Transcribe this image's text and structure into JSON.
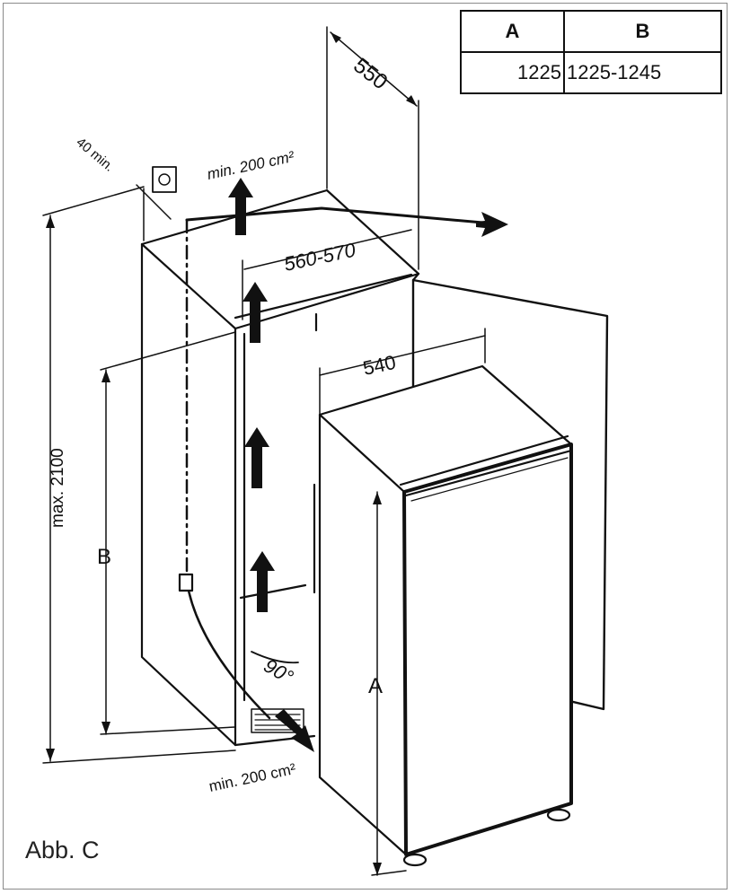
{
  "table": {
    "headers": [
      "A",
      "B"
    ],
    "values": [
      "1225",
      "1225-1245"
    ]
  },
  "labels": {
    "depth": "550",
    "clearance": "40 min.",
    "top_vent": "min. 200 cm²",
    "niche_width": "560-570",
    "appliance_width": "540",
    "height_max": "max. 2100",
    "niche_height": "B",
    "appliance_height": "A",
    "door_angle": "90°",
    "bottom_vent": "min. 200 cm²"
  },
  "caption": "Abb. C",
  "colors": {
    "line": "#111111",
    "frame": "#8a8a8a",
    "background": "#ffffff"
  }
}
